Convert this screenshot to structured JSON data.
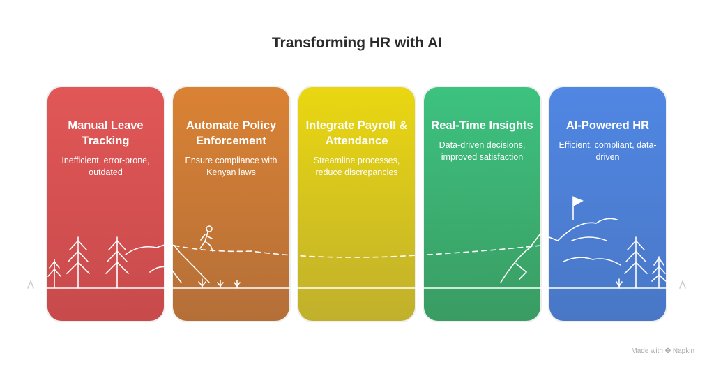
{
  "title": "Transforming HR with AI",
  "cards": [
    {
      "heading": "Manual Leave Tracking",
      "text": "Inefficient, error-prone, outdated",
      "color": "#e15757"
    },
    {
      "heading": "Automate Policy Enforcement",
      "text": "Ensure compliance with Kenyan laws",
      "color": "#da8234"
    },
    {
      "heading": "Integrate Payroll & Attendance",
      "text": "Streamline processes, reduce discrepancies",
      "color": "#ead711"
    },
    {
      "heading": "Real-Time Insights",
      "text": "Data-driven decisions, improved satisfaction",
      "color": "#3dc280"
    },
    {
      "heading": "AI-Powered HR",
      "text": "Efficient, compliant, data-driven",
      "color": "#5087e3"
    }
  ],
  "credit": "Made with ✤ Napkin"
}
